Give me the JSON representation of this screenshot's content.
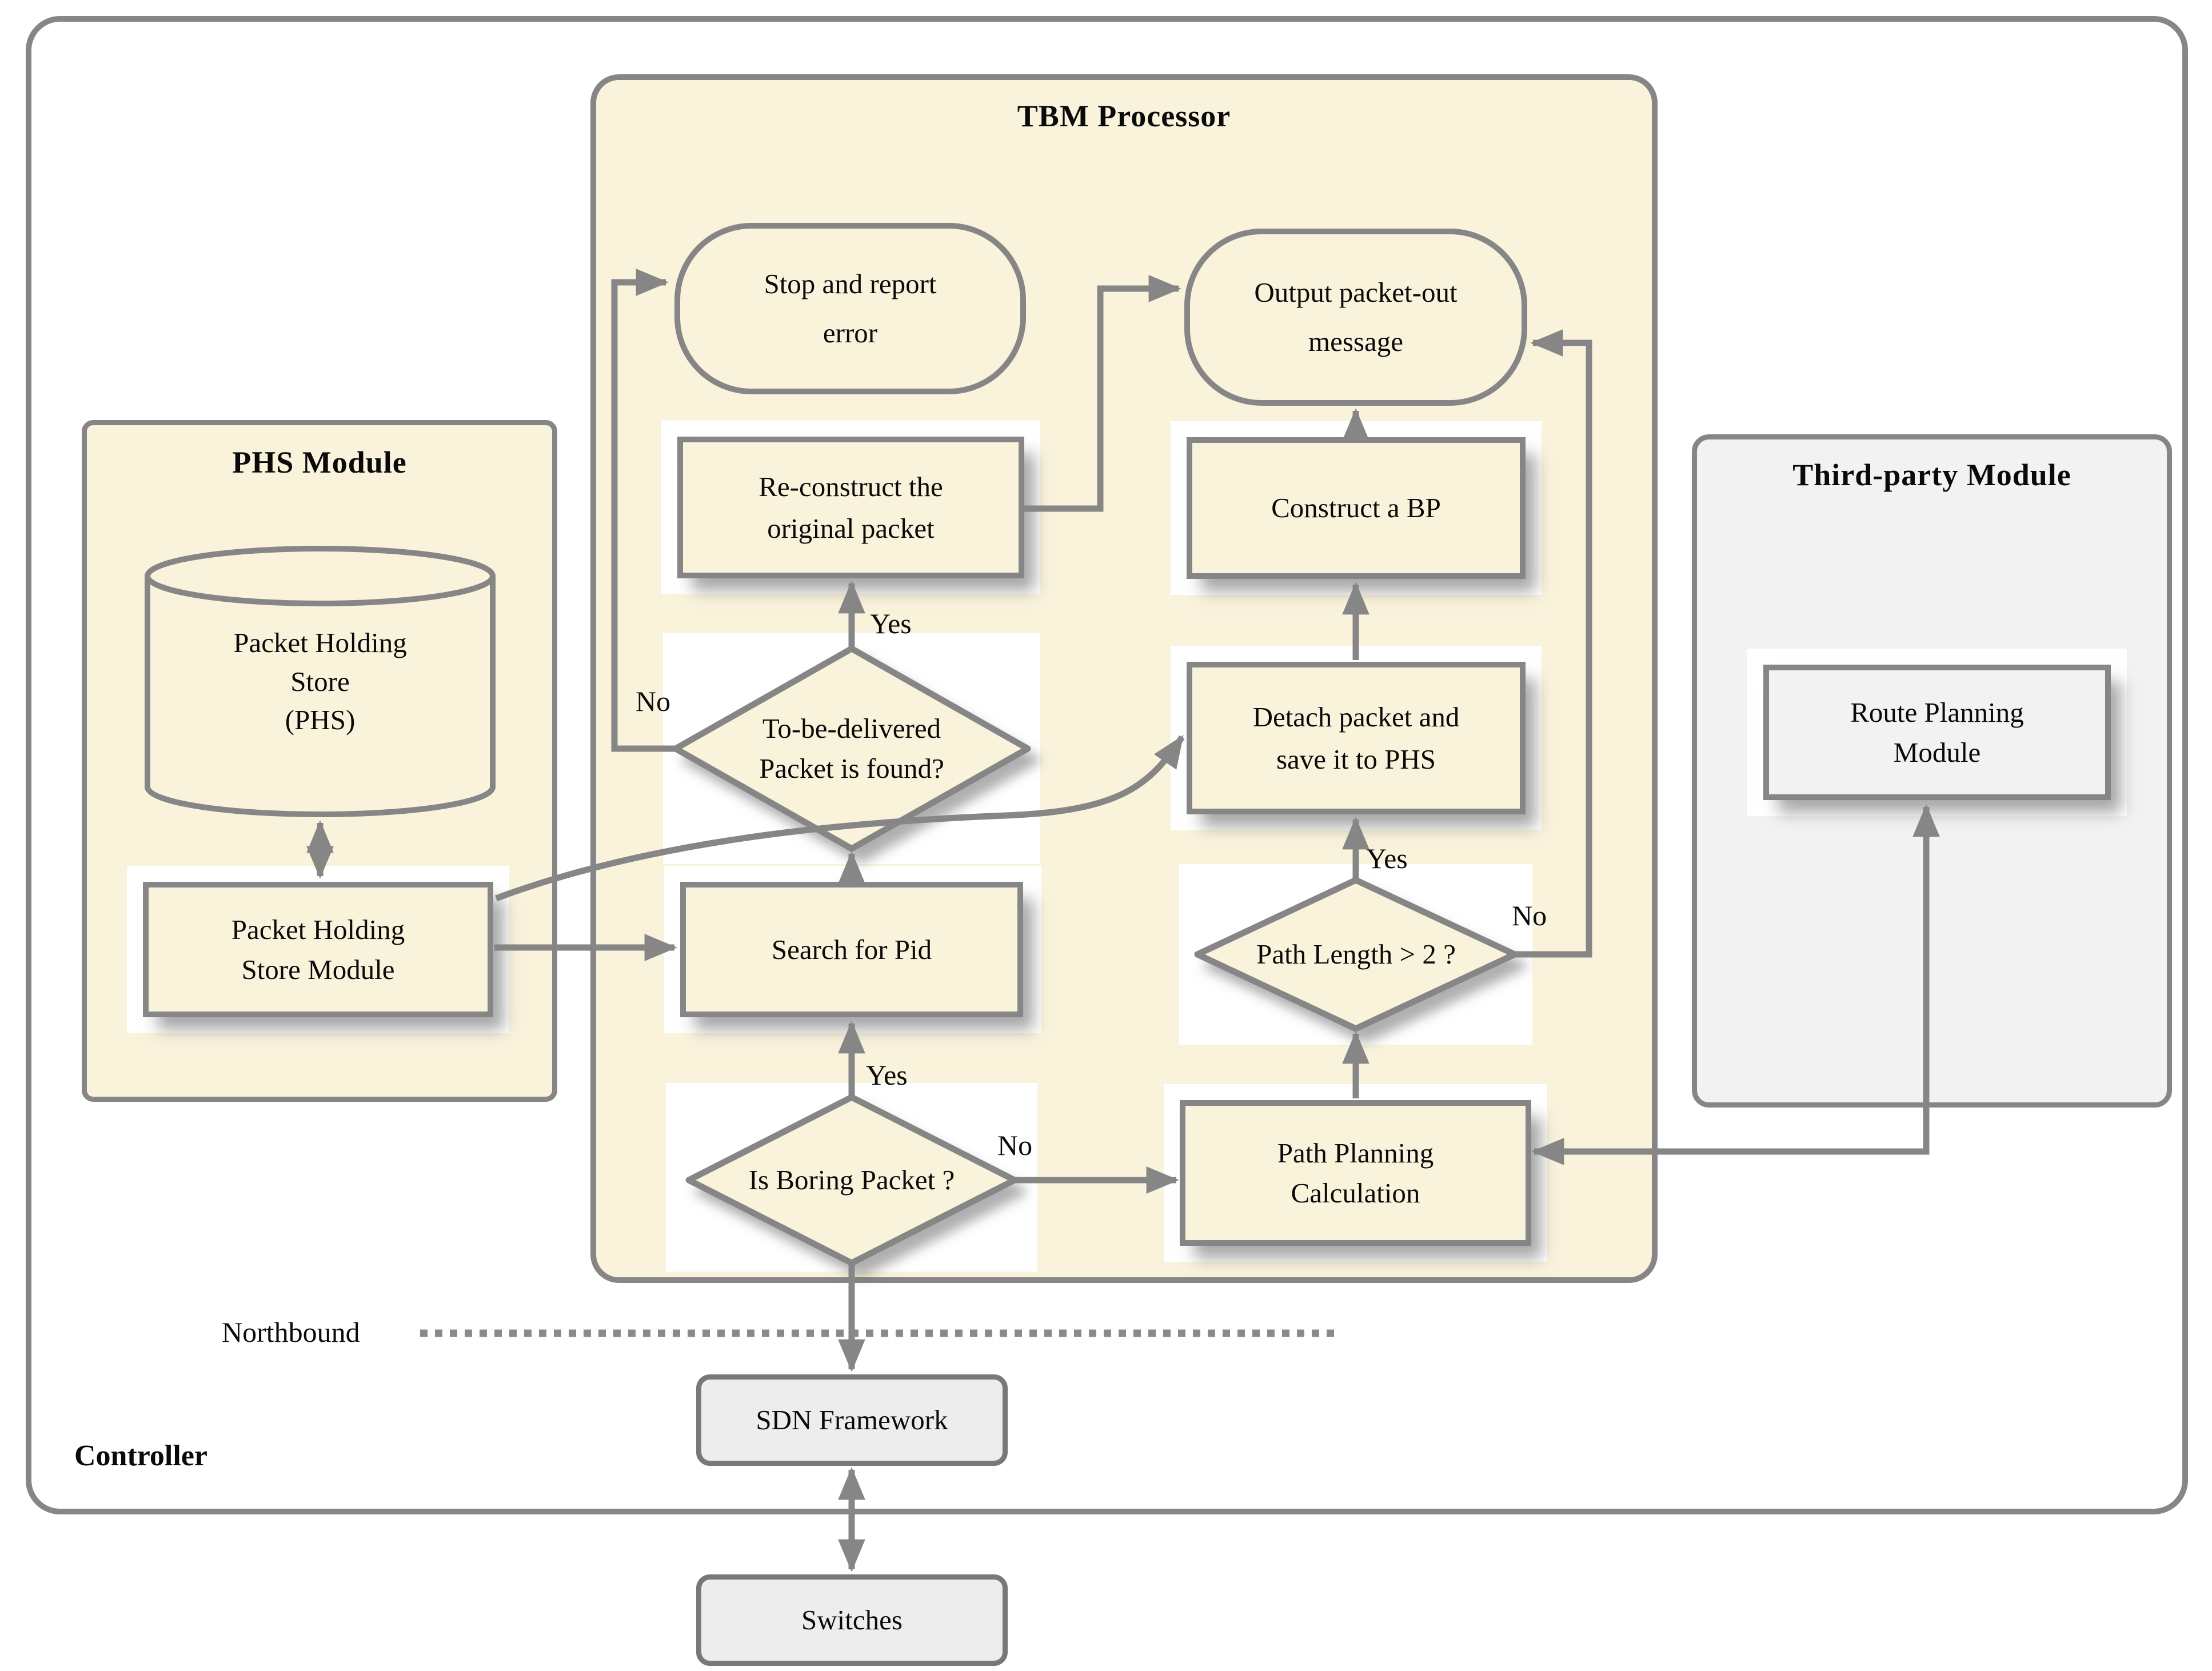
{
  "colors": {
    "canvas_bg": "#ffffff",
    "panel_beige": "#faf3dc",
    "panel_gray": "#f2f2f2",
    "small_node_gray": "#ededed",
    "line_gray": "#868686",
    "text": "#0a0a0a"
  },
  "modules": {
    "controller": {
      "title": "Controller"
    },
    "tbm": {
      "title": "TBM Processor"
    },
    "phs": {
      "title": "PHS Module"
    },
    "third_party": {
      "title": "Third-party Module"
    }
  },
  "nodes": {
    "stop": {
      "lines": [
        "Stop and report",
        "error"
      ]
    },
    "output": {
      "lines": [
        "Output packet-out",
        "message"
      ]
    },
    "reconstruct": {
      "lines": [
        "Re-construct the",
        "original packet"
      ]
    },
    "construct": {
      "lines": [
        "Construct a BP"
      ]
    },
    "to_be_delivered": {
      "lines": [
        "To-be-delivered",
        "Packet is found?"
      ]
    },
    "detach": {
      "lines": [
        "Detach packet and",
        "save it to PHS"
      ]
    },
    "search": {
      "lines": [
        "Search for Pid"
      ]
    },
    "path_length": {
      "lines": [
        "Path Length > 2 ?"
      ]
    },
    "is_boring": {
      "lines": [
        "Is Boring Packet ?"
      ]
    },
    "path_planning": {
      "lines": [
        "Path Planning",
        "Calculation"
      ]
    },
    "phs_store": {
      "lines": [
        "Packet Holding",
        "Store",
        "(PHS)"
      ]
    },
    "phs_store_module": {
      "lines": [
        "Packet Holding",
        "Store Module"
      ]
    },
    "route_planning": {
      "lines": [
        "Route Planning",
        "Module"
      ]
    },
    "sdn_framework": {
      "lines": [
        "SDN Framework"
      ]
    },
    "switches": {
      "lines": [
        "Switches"
      ]
    }
  },
  "edge_labels": {
    "to_be_delivered_yes": "Yes",
    "to_be_delivered_no": "No",
    "path_length_yes": "Yes",
    "path_length_no": "No",
    "is_boring_yes": "Yes",
    "is_boring_no": "No"
  },
  "labels": {
    "northbound": "Northbound"
  }
}
